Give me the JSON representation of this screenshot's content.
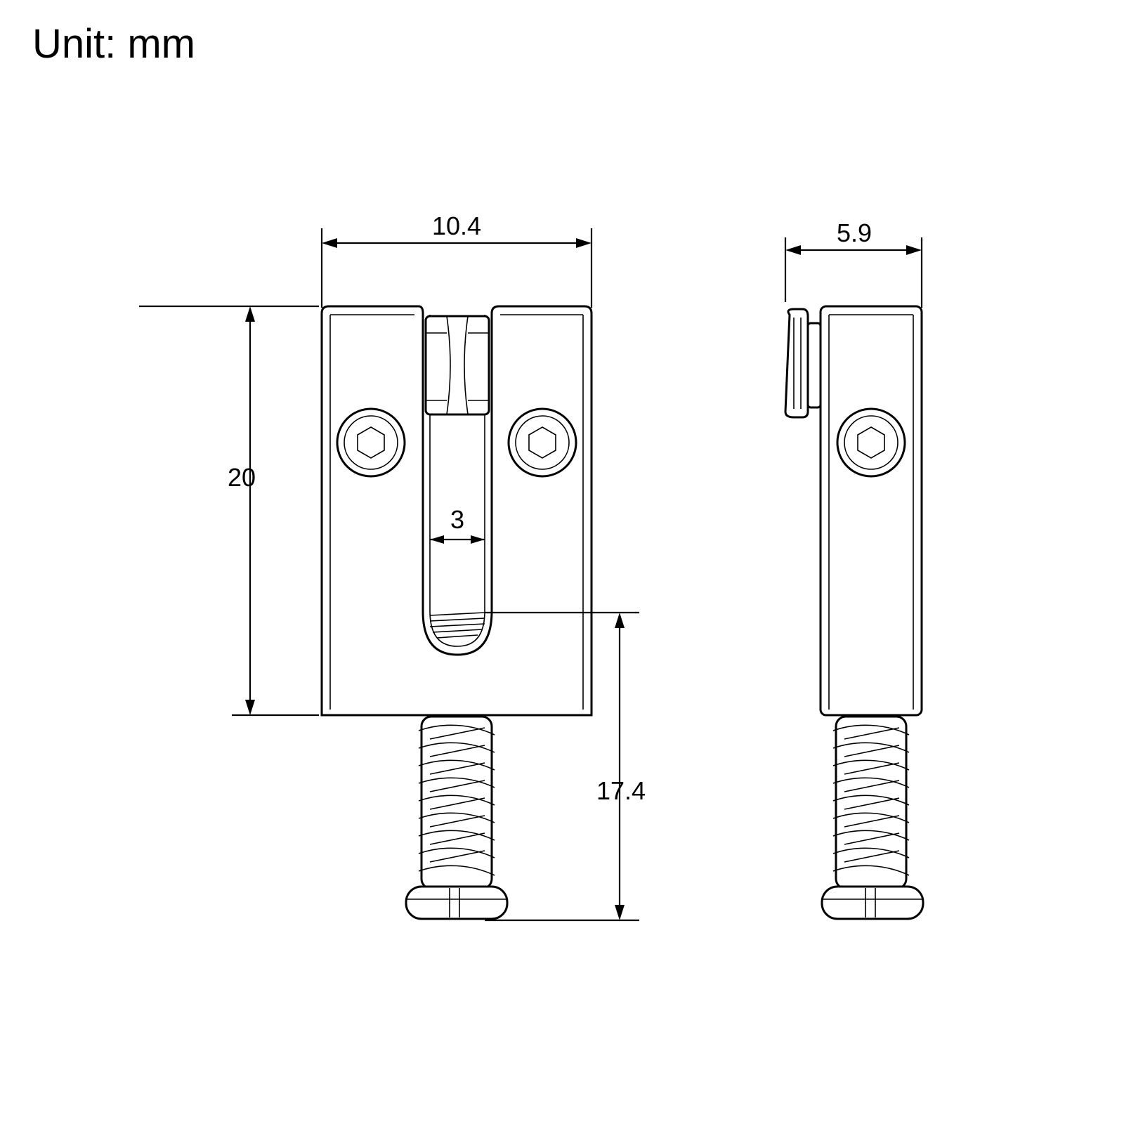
{
  "unit_label": "Unit: mm",
  "dimensions": {
    "front_width": "10.4",
    "body_height": "20",
    "slot_width": "3",
    "screw_length": "17.4",
    "side_width": "5.9"
  },
  "colors": {
    "line": "#000000",
    "background": "#ffffff"
  }
}
